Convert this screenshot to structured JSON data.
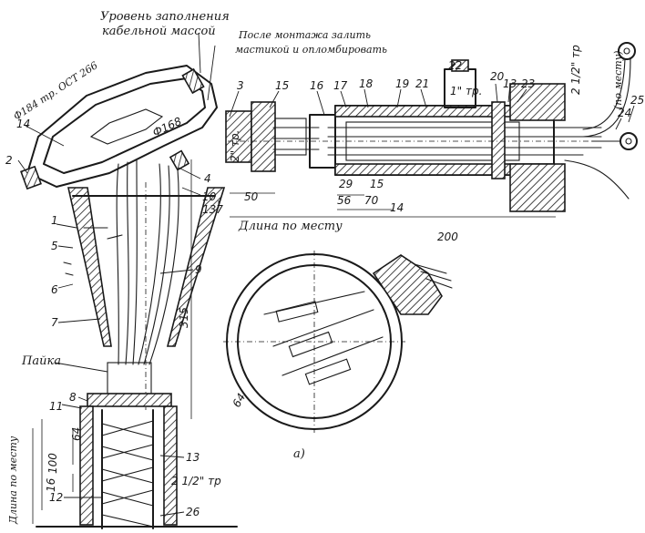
{
  "notes": {
    "fill_level": [
      "Уровень заполнения",
      "кабельной массой"
    ],
    "after_install": [
      "После монтажа залить",
      "мастикой и опломбировать"
    ],
    "solder": "Пайка",
    "length_on_site": "Длина по месту",
    "length_on_site_vertical": "Длина по месту",
    "on_site_paren": "(по месту)",
    "view_a": "а)"
  },
  "dimensions": {
    "dia_184": "Ф184 тр. ОСТ 266",
    "dia_168": "Ф168",
    "d_137": "137",
    "d_315": "315",
    "d_50": "50",
    "d_200": "200",
    "d_29": "29",
    "d_56": "56",
    "d_70": "70",
    "d_15": "15",
    "d_14": "14",
    "d_64_top": "64",
    "d_64_view": "64",
    "d_100": "100",
    "d_16": "16",
    "pipe_2in": "2\" тр.",
    "pipe_1in": "1\" тр.",
    "pipe_2half_top": "2 1/2\" тр",
    "pipe_2half_bottom": "2 1/2\" тр"
  },
  "callouts": {
    "c1": "1",
    "c2": "2",
    "c3": "3",
    "c4": "4",
    "c5": "5",
    "c6": "6",
    "c7": "7",
    "c8": "8",
    "c9": "9",
    "c10": "10",
    "c11": "11",
    "c12": "12",
    "c13": "13",
    "c14": "14",
    "c15": "15",
    "c16": "16",
    "c17": "17",
    "c18": "18",
    "c19": "19",
    "c20": "20",
    "c21": "21",
    "c22": "22",
    "c23": "23",
    "c24": "24",
    "c25": "25",
    "c26": "26"
  }
}
